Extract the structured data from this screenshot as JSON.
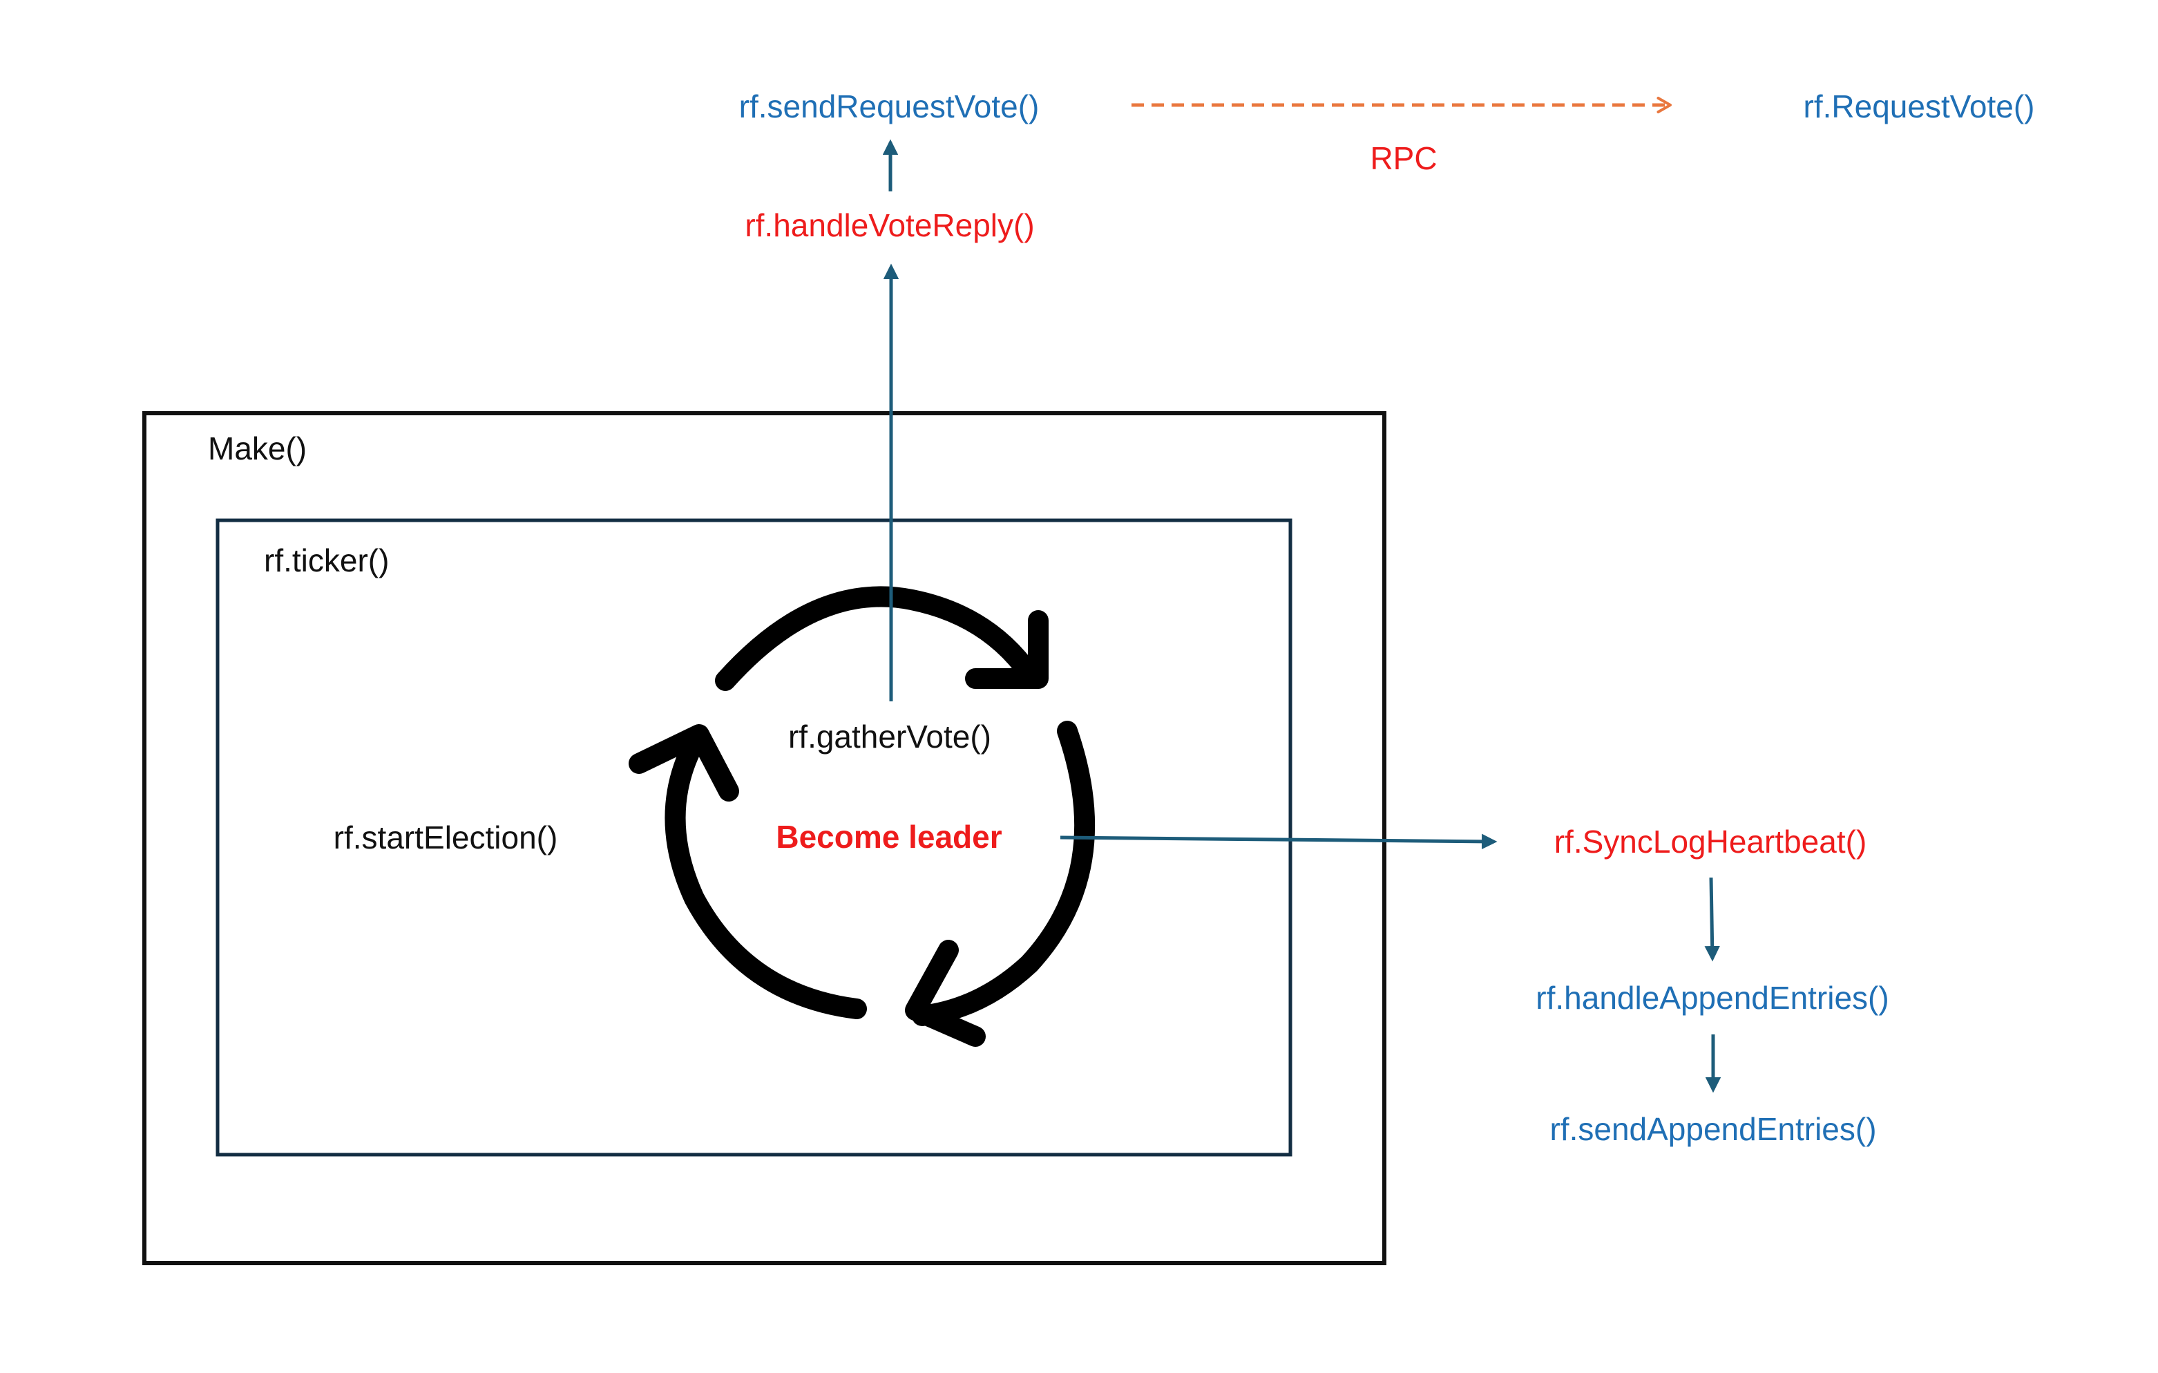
{
  "colors": {
    "blue_text": "#1F6FB5",
    "red_text": "#EE1C1C",
    "black_text": "#111111",
    "arrow_dark": "#1D5C7A",
    "rpc_arrow": "#E9773E",
    "inner_box": "#132E43",
    "outer_box": "#111111",
    "cycle": "#000000"
  },
  "labels": {
    "send_request_vote": "rf.sendRequestVote()",
    "request_vote": "rf.RequestVote()",
    "rpc": "RPC",
    "handle_vote_reply": "rf.handleVoteReply()",
    "make": "Make()",
    "ticker": "rf.ticker()",
    "gather_vote": "rf.gatherVote()",
    "start_election": "rf.startElection()",
    "become_leader": "Become leader",
    "sync_log_heartbeat": "rf.SyncLogHeartbeat()",
    "handle_append_entries": "rf.handleAppendEntries()",
    "send_append_entries": "rf.sendAppendEntries()"
  },
  "icons": {
    "cycle": "circular-cycle-arrows-icon"
  }
}
